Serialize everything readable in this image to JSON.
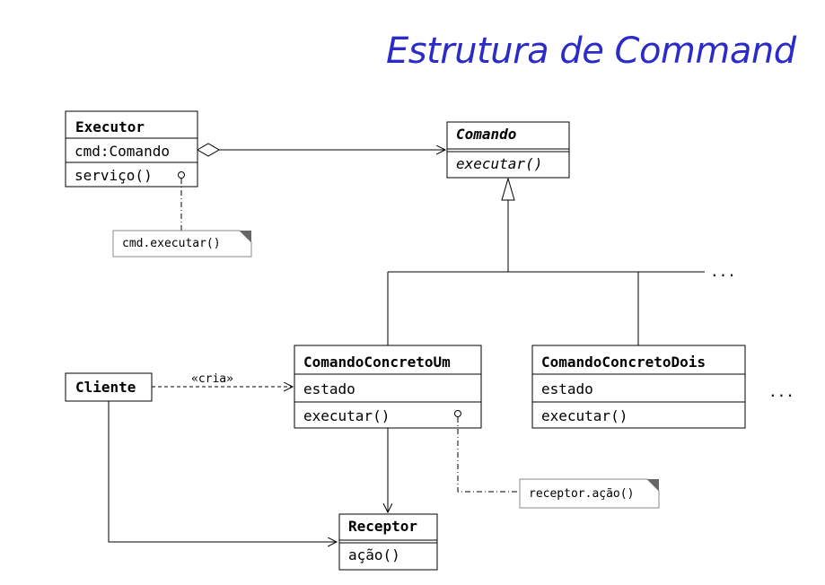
{
  "title": "Estrutura de Command",
  "classes": {
    "executor": {
      "name": "Executor",
      "attribute": "cmd:Comando",
      "operation": "serviço()"
    },
    "comando": {
      "name": "Comando",
      "operation": "executar()"
    },
    "comando_concreto_um": {
      "name": "ComandoConcretoUm",
      "attribute": "estado",
      "operation": "executar()"
    },
    "comando_concreto_dois": {
      "name": "ComandoConcretoDois",
      "attribute": "estado",
      "operation": "executar()"
    },
    "cliente": {
      "name": "Cliente"
    },
    "receptor": {
      "name": "Receptor",
      "operation": "ação()"
    }
  },
  "notes": {
    "executor_note": "cmd.executar()",
    "concreto_note": "receptor.ação()"
  },
  "relations": {
    "cria_label": "«cria»"
  },
  "ellipsis": {
    "hierarchy": "...",
    "classes": "..."
  }
}
